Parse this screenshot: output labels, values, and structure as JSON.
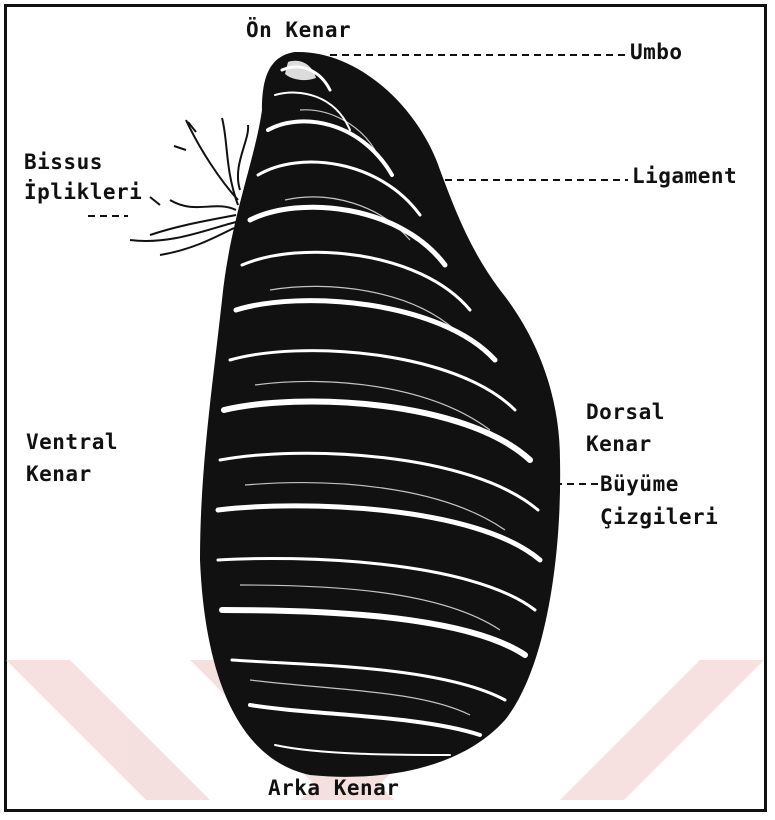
{
  "labels": {
    "anterior": "Ön Kenar",
    "umbo": "Umbo",
    "byssus_1": "Bissus",
    "byssus_2": "İplikleri",
    "ligament": "Ligament",
    "dorsal_1": "Dorsal",
    "dorsal_2": "Kenar",
    "ventral_1": "Ventral",
    "ventral_2": "Kenar",
    "growth_1": "Büyüme",
    "growth_2": "Çizgileri",
    "posterior": "Arka Kenar"
  },
  "colors": {
    "ink": "#111111",
    "paper": "#ffffff",
    "watermark": "#f2d3d3"
  }
}
